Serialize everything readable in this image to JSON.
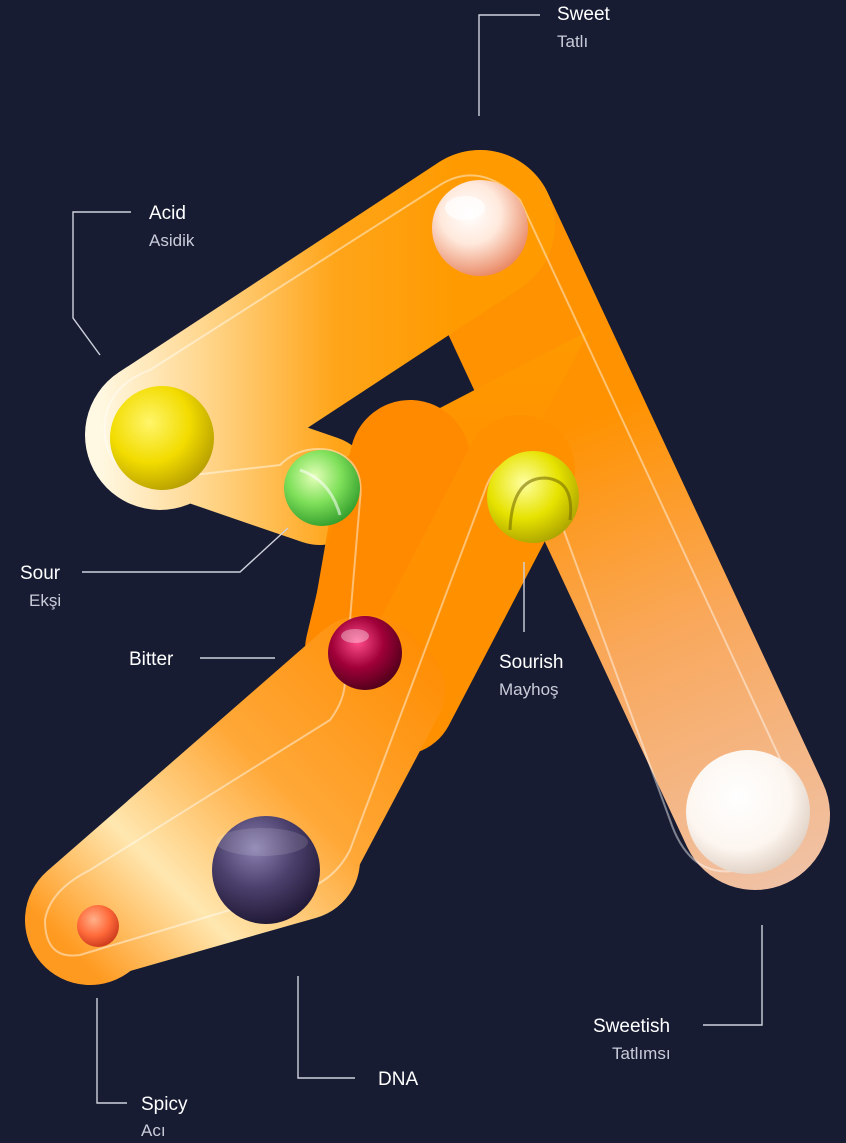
{
  "labels": {
    "sweet": {
      "en": "Sweet",
      "tr": "Tatlı"
    },
    "acid": {
      "en": "Acid",
      "tr": "Asidik"
    },
    "sour": {
      "en": "Sour",
      "tr": "Ekşi"
    },
    "bitter": {
      "en": "Bitter"
    },
    "sourish": {
      "en": "Sourish",
      "tr": "Mayhoş"
    },
    "sweetish": {
      "en": "Sweetish",
      "tr": "Tatlımsı"
    },
    "dna": {
      "en": "DNA"
    },
    "spicy": {
      "en": "Spicy",
      "tr": "Acı"
    }
  },
  "colors": {
    "background": "#171c33",
    "ribbon_orange": "#ff8c00",
    "ribbon_cream": "#fff4d6",
    "ribbon_peach": "#f2b58a",
    "leader_line": "#cfd2dc",
    "sphere_sweet": "#ffd9c4",
    "sphere_acid": "#f2dc00",
    "sphere_sour": "#7fe05a",
    "sphere_bitter": "#a00038",
    "sphere_sourish": "#e6e200",
    "sphere_sweetish": "#ffffff",
    "sphere_dna": "#4a3f6b",
    "sphere_spicy": "#ff6a3a"
  }
}
